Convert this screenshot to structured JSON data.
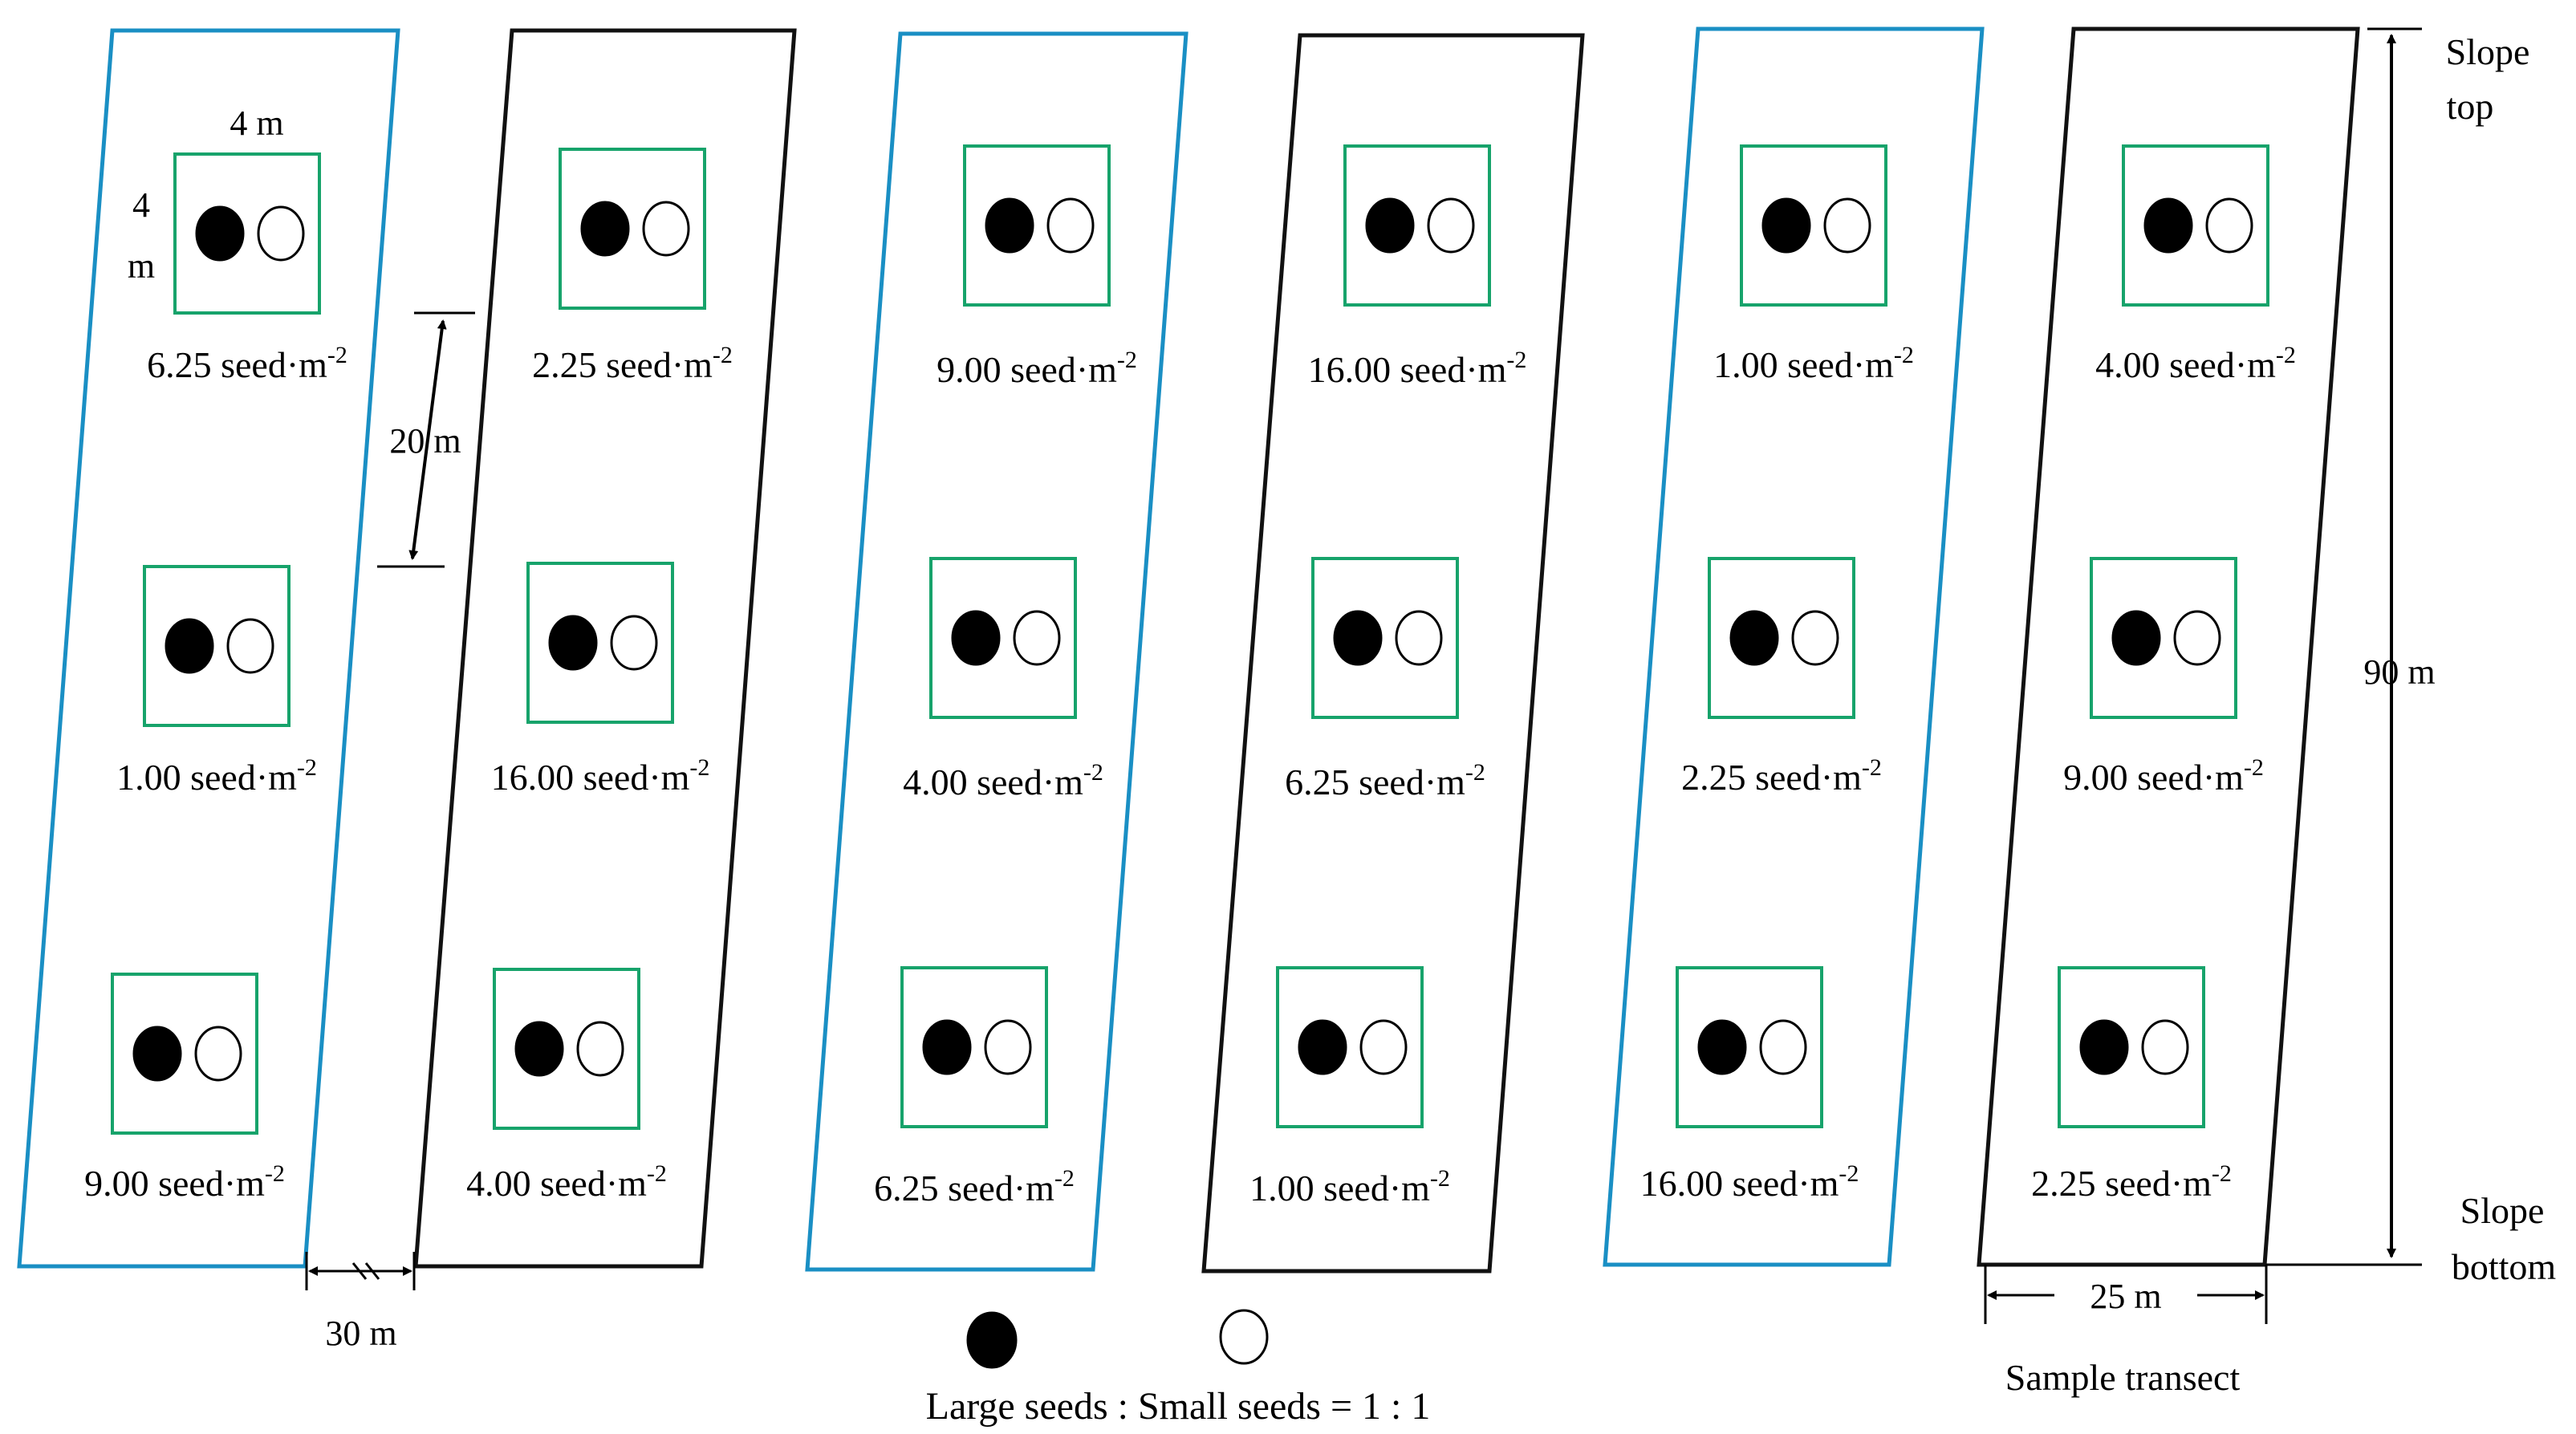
{
  "colors": {
    "blue_transect": "#1a8fc4",
    "black_transect": "#111111",
    "quadrat": "#17a36b",
    "seed": "#000000"
  },
  "dimensions": {
    "quadrat_width": "4 m",
    "quadrat_height_top": "4",
    "quadrat_height_bottom": "m",
    "quadrat_spacing": "20 m",
    "transect_spacing": "30 m",
    "transect_length": "90 m",
    "transect_width": "25 m"
  },
  "slope": {
    "top_line1": "Slope",
    "top_line2": "top",
    "bottom_line1": "Slope",
    "bottom_line2": "bottom"
  },
  "transects": [
    {
      "color": "blue",
      "densities": [
        "6.25 seed·m",
        "1.00 seed·m",
        "9.00 seed·m"
      ]
    },
    {
      "color": "black",
      "densities": [
        "2.25 seed·m",
        "16.00 seed·m",
        "4.00 seed·m"
      ]
    },
    {
      "color": "blue",
      "densities": [
        "9.00 seed·m",
        "4.00 seed·m",
        "6.25 seed·m"
      ]
    },
    {
      "color": "black",
      "densities": [
        "16.00 seed·m",
        "6.25 seed·m",
        "1.00 seed·m"
      ]
    },
    {
      "color": "blue",
      "densities": [
        "1.00 seed·m",
        "2.25 seed·m",
        "16.00 seed·m"
      ]
    },
    {
      "color": "black",
      "densities": [
        "4.00 seed·m",
        "9.00 seed·m",
        "2.25 seed·m"
      ]
    }
  ],
  "density_exponent": "-2",
  "legend": {
    "ratio_text": "Large seeds : Small seeds = 1 : 1",
    "large_seed_icon": "filled-circle",
    "small_seed_icon": "open-circle"
  },
  "sample_transect_label": "Sample transect"
}
